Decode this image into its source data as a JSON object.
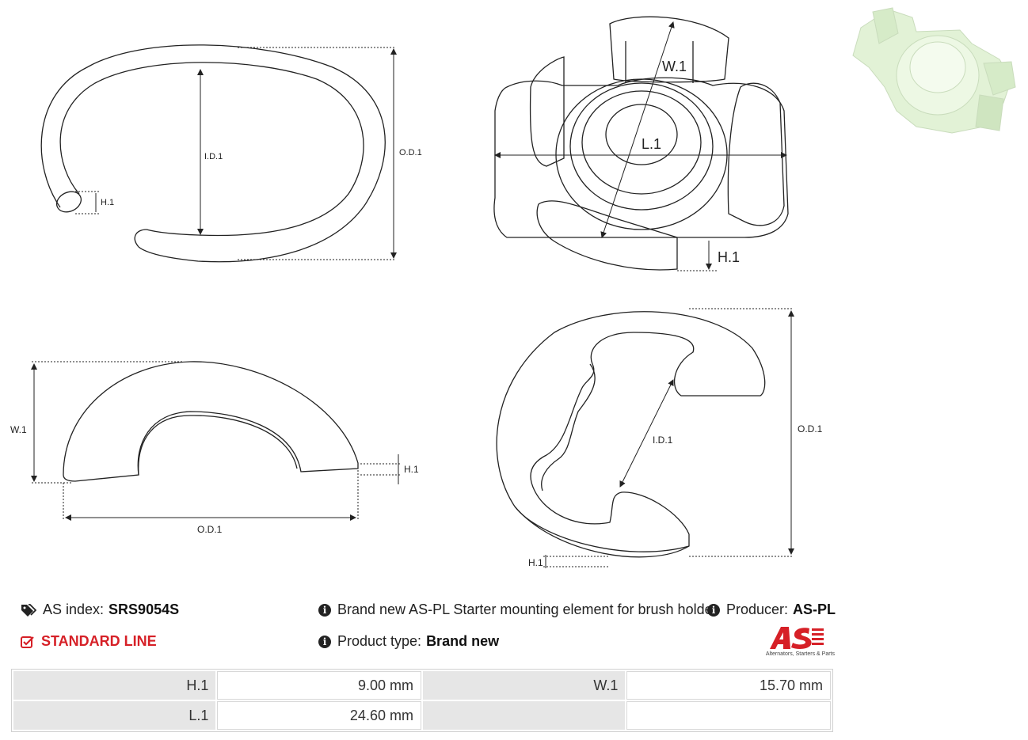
{
  "drawing_labels": {
    "ring_id": "I.D.1",
    "ring_od": "O.D.1",
    "ring_h": "H.1",
    "holder_w": "W.1",
    "holder_l": "L.1",
    "holder_h": "H.1",
    "arch_w": "W.1",
    "arch_h": "H.1",
    "arch_od": "O.D.1",
    "clip_id": "I.D.1",
    "clip_od": "O.D.1",
    "clip_h": "H.1"
  },
  "info": {
    "as_index_label": "AS index:",
    "as_index_value": "SRS9054S",
    "line_label": "STANDARD LINE",
    "description": "Brand new AS-PL Starter mounting element for brush holder",
    "producer_label": "Producer:",
    "producer_value": "AS-PL",
    "product_type_label": "Product type:",
    "product_type_value": "Brand new"
  },
  "logo": {
    "tagline": "Alternators, Starters & Parts",
    "brand_color": "#d62027"
  },
  "specs": [
    {
      "k1": "H.1",
      "v1": "9.00 mm",
      "k2": "W.1",
      "v2": "15.70 mm"
    },
    {
      "k1": "L.1",
      "v1": "24.60 mm",
      "k2": "",
      "v2": ""
    }
  ]
}
